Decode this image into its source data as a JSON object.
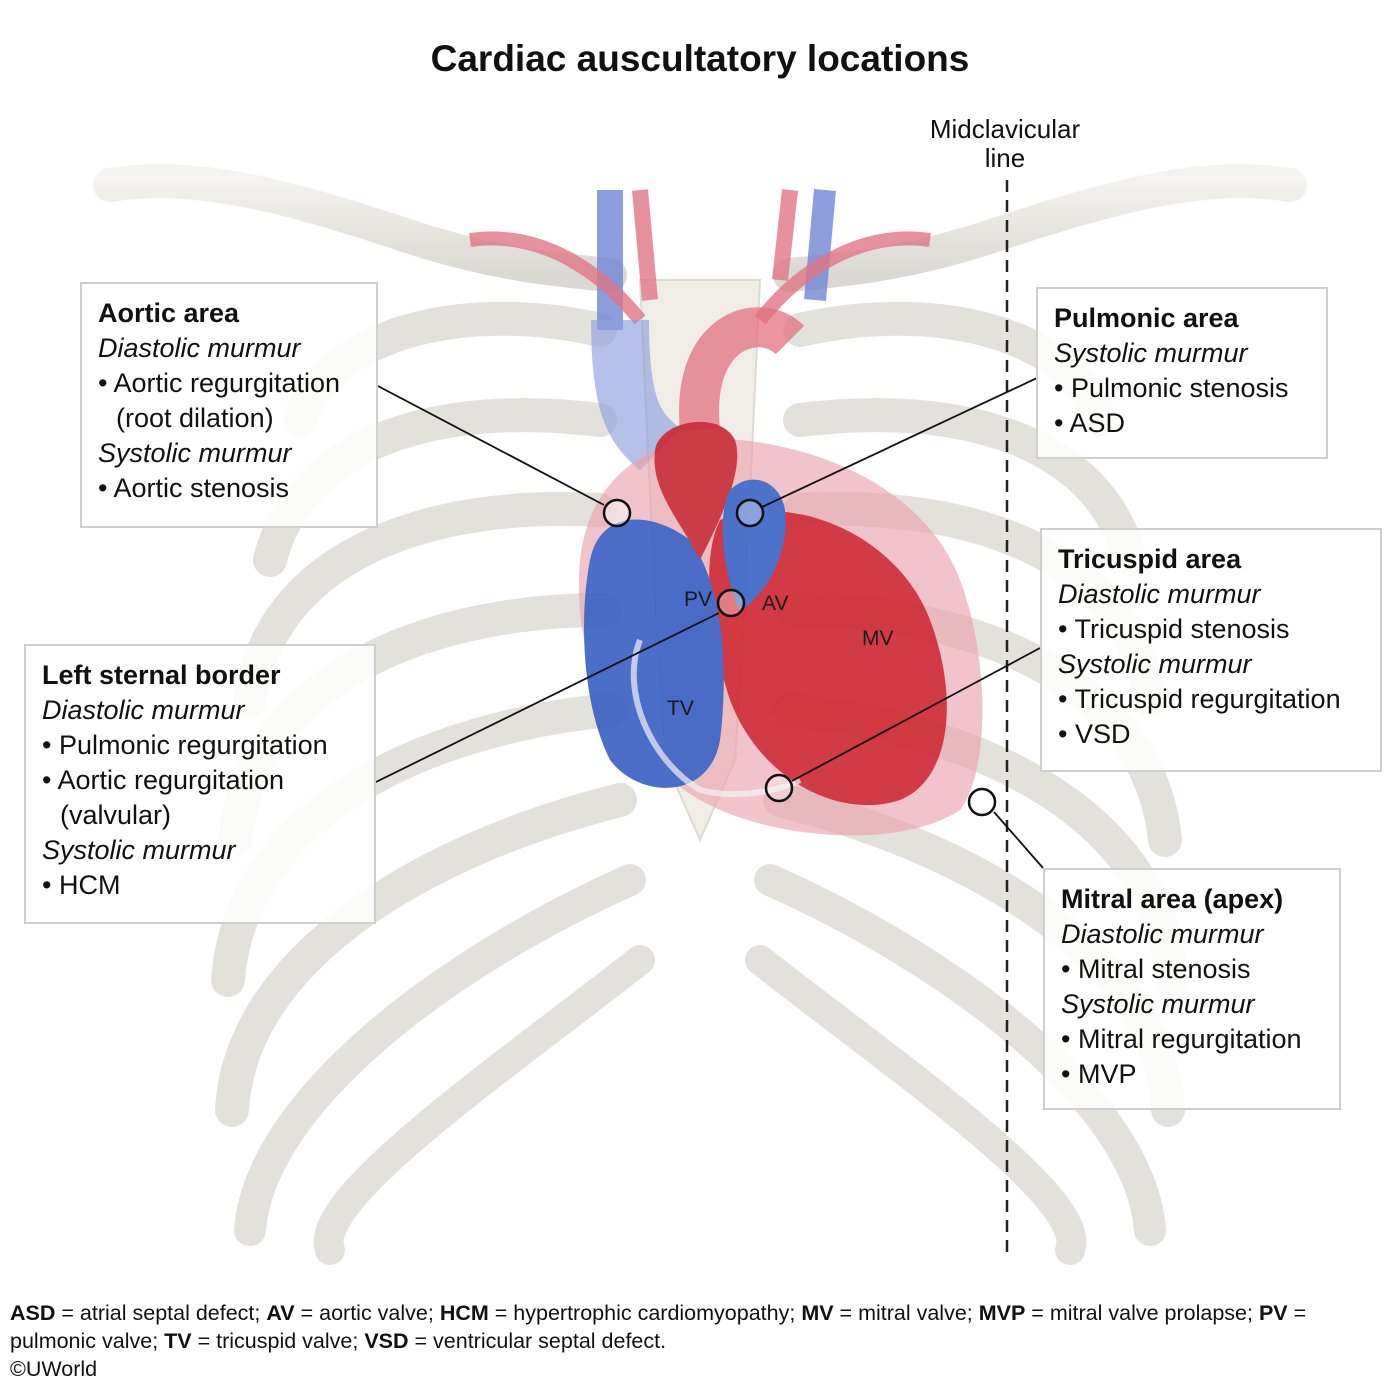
{
  "title": "Cardiac auscultatory locations",
  "midclavicular": {
    "line1": "Midclavicular",
    "line2": "line"
  },
  "aortic": {
    "heading": "Aortic area",
    "d_title": "Diastolic murmur",
    "d_item1": "• Aortic regurgitation",
    "d_item1b": "(root dilation)",
    "s_title": "Systolic murmur",
    "s_item1": "• Aortic stenosis"
  },
  "pulmonic": {
    "heading": "Pulmonic area",
    "s_title": "Systolic murmur",
    "s_item1": "• Pulmonic stenosis",
    "s_item2": "• ASD"
  },
  "tricuspid": {
    "heading": "Tricuspid area",
    "d_title": "Diastolic murmur",
    "d_item1": "• Tricuspid stenosis",
    "s_title": "Systolic murmur",
    "s_item1": "• Tricuspid regurgitation",
    "s_item2": "• VSD"
  },
  "lsb": {
    "heading": "Left sternal border",
    "d_title": "Diastolic murmur",
    "d_item1": "• Pulmonic regurgitation",
    "d_item2": "• Aortic regurgitation",
    "d_item2b": "(valvular)",
    "s_title": "Systolic murmur",
    "s_item1": "• HCM"
  },
  "mitral": {
    "heading": "Mitral area (apex)",
    "d_title": "Diastolic murmur",
    "d_item1": "• Mitral stenosis",
    "s_title": "Systolic murmur",
    "s_item1": "• Mitral regurgitation",
    "s_item2": "• MVP"
  },
  "valves": {
    "pv": "PV",
    "av": "AV",
    "tv": "TV",
    "mv": "MV"
  },
  "legend": {
    "asd_abbr": "ASD",
    "asd_def": " = atrial septal defect; ",
    "av_abbr": "AV",
    "av_def": " = aortic valve; ",
    "hcm_abbr": "HCM",
    "hcm_def": " = hypertrophic cardiomyopathy; ",
    "mv_abbr": "MV",
    "mv_def": " = mitral valve; ",
    "mvp_abbr": "MVP",
    "mvp_def": " = mitral valve prolapse; ",
    "pv_abbr": "PV",
    "pv_def": " = pulmonic valve; ",
    "tv_abbr": "TV",
    "tv_def": " = tricuspid valve; ",
    "vsd_abbr": "VSD",
    "vsd_def": " = ventricular septal defect."
  },
  "copyright": "©UWorld",
  "colors": {
    "artery": "#e0485a",
    "vein": "#3a63c7",
    "bone": "#e6e4dd",
    "line": "#111111"
  }
}
